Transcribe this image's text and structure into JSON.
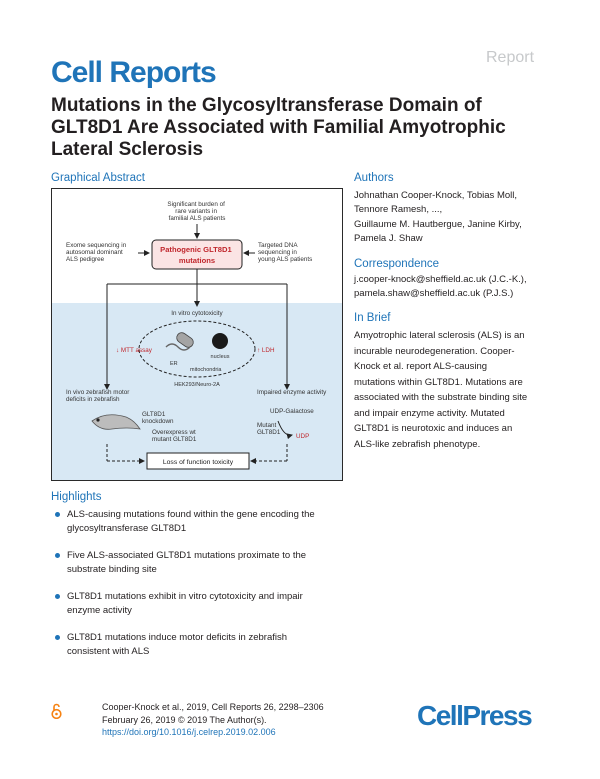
{
  "header": {
    "journal": "Cell Reports",
    "article_type": "Report"
  },
  "title": "Mutations in the Glycosyltransferase Domain of GLT8D1 Are Associated with Familial Amyotrophic Lateral Sclerosis",
  "graphical_abstract": {
    "label": "Graphical Abstract",
    "burden_text": [
      "Significant burden of",
      "rare variants in",
      "familial ALS patients"
    ],
    "exome_text": [
      "Exome sequencing in",
      "autosomal dominant",
      "ALS pedigree"
    ],
    "pathogenic_text": [
      "Pathogenic GLT8D1",
      "mutations"
    ],
    "targeted_text": [
      "Targeted DNA",
      "sequencing in",
      "young ALS patients"
    ],
    "in_vitro_label": "In vitro cytotoxicity",
    "decr_label": "↓ MTT assay",
    "nucleus_label": "nucleus",
    "incr_label": "↑ LDH",
    "ER_label": "ER",
    "mito_label": "mitochondria",
    "cell_line_label": "HEK293/Neuro-2A",
    "in_vivo_text": [
      "In vivo zebrafish motor",
      "deficits in zebrafish"
    ],
    "knockdown_text": [
      "GLT8D1",
      "knockdown"
    ],
    "overexpress_text": [
      "Overexpress wt",
      "mutant GLT8D1"
    ],
    "enzyme_label": "Impaired enzyme activity",
    "udp_label": "UDP-Galactose",
    "mutant_text": [
      "Mutant",
      "GLT8D1"
    ],
    "udp2_label": "UDP",
    "loss_label": "Loss of function toxicity"
  },
  "authors_section": {
    "label": "Authors",
    "names": [
      "Johnathan Cooper-Knock, Tobias Moll,",
      "Tennore Ramesh, ...,",
      "Guillaume M. Hautbergue, Janine Kirby,",
      "Pamela J. Shaw"
    ]
  },
  "correspondence": {
    "label": "Correspondence",
    "lines": [
      "j.cooper-knock@sheffield.ac.uk (J.C.-K.),",
      "pamela.shaw@sheffield.ac.uk (P.J.S.)"
    ]
  },
  "in_brief": {
    "label": "In Brief",
    "lines": [
      "Amyotrophic lateral sclerosis (ALS) is an",
      "incurable neurodegeneration. Cooper-",
      "Knock et al. report ALS-causing",
      "mutations within GLT8D1. Mutations are",
      "associated with the substrate binding site",
      "and impair enzyme activity. Mutated",
      "GLT8D1 is neurotoxic and induces an",
      "ALS-like zebrafish phenotype."
    ]
  },
  "highlights": {
    "label": "Highlights",
    "items": [
      [
        "ALS-causing mutations found within the gene encoding the",
        "glycosyltransferase GLT8D1"
      ],
      [
        "Five ALS-associated GLT8D1 mutations proximate to the",
        "substrate binding site"
      ],
      [
        "GLT8D1 mutations exhibit in vitro cytotoxicity and impair",
        "enzyme activity"
      ],
      [
        "GLT8D1 mutations induce motor deficits in zebrafish",
        "consistent with ALS"
      ]
    ]
  },
  "citation": {
    "line1": "Cooper-Knock et al., 2019, Cell Reports 26, 2298–2306",
    "line2": "February 26, 2019 © 2019 The Author(s).",
    "doi": "https://doi.org/10.1016/j.celrep.2019.02.006"
  },
  "footer_logo": "CellPress",
  "colors": {
    "brand_blue": "#1f74b8",
    "panel_blue": "#d8e8f4",
    "red_accent": "#c0272d"
  }
}
